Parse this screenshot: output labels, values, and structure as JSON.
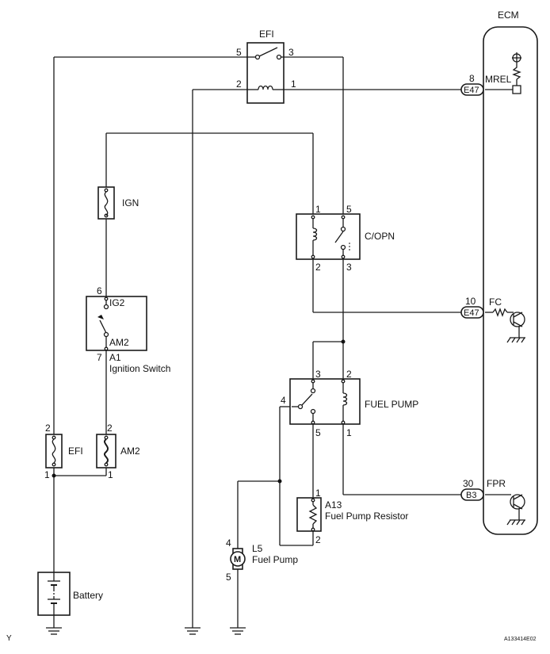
{
  "ecm": {
    "title": "ECM"
  },
  "efi_relay": {
    "name": "EFI",
    "pins": {
      "p5": "5",
      "p3": "3",
      "p2": "2",
      "p1": "1"
    }
  },
  "ign_fuse": {
    "name": "IGN"
  },
  "copn_relay": {
    "name": "C/OPN",
    "pins": {
      "p1": "1",
      "p5": "5",
      "p2": "2",
      "p3": "3"
    }
  },
  "ignition_switch": {
    "pin_top": "6",
    "terminal_top": "IG2",
    "terminal_bottom": "AM2",
    "pin_bottom": "7",
    "connector": "A1",
    "name": "Ignition Switch"
  },
  "fuel_pump_relay": {
    "name": "FUEL PUMP",
    "pins": {
      "p3": "3",
      "p2": "2",
      "p4": "4",
      "p5": "5",
      "p1": "1"
    }
  },
  "efi_fuse": {
    "name": "EFI",
    "pin_top": "2",
    "pin_bottom": "1"
  },
  "am2_fuse": {
    "name": "AM2",
    "pin_top": "2",
    "pin_bottom": "1"
  },
  "resistor": {
    "pin_top": "1",
    "pin_bottom": "2",
    "connector": "A13",
    "name": "Fuel Pump Resistor"
  },
  "fuel_pump_motor": {
    "pin_top": "4",
    "pin_bottom": "5",
    "connector": "L5",
    "name": "Fuel Pump",
    "symbol": "M"
  },
  "battery": {
    "name": "Battery"
  },
  "ecm_terminals": {
    "mrel": {
      "pin": "8",
      "connector": "E47",
      "name": "MREL"
    },
    "fc": {
      "pin": "10",
      "connector": "E47",
      "name": "FC"
    },
    "fpr": {
      "pin": "30",
      "connector": "B3",
      "name": "FPR"
    }
  },
  "footer": {
    "left_mark": "Y",
    "code": "A133414E02"
  }
}
